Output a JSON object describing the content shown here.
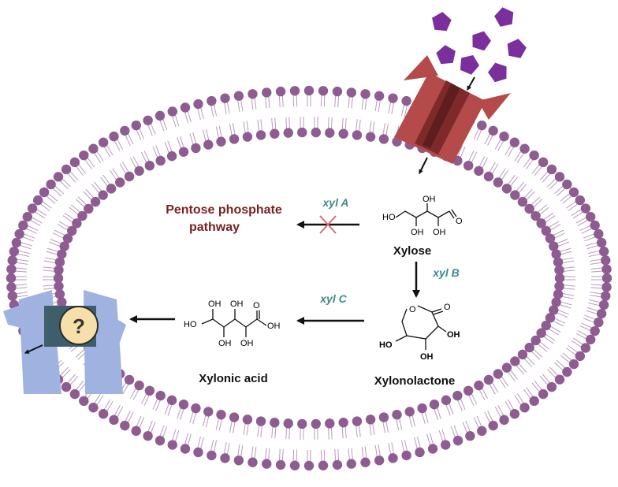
{
  "labels": {
    "pathway_line1": "Pentose phosphate",
    "pathway_line2": "pathway",
    "xylose": "Xylose",
    "xylonolactone": "Xylonolactone",
    "xylonic_acid": "Xylonic acid",
    "transporter_unknown": "?"
  },
  "genes": {
    "xyl_a": "xyl A",
    "xyl_b": "xyl B",
    "xyl_c": "xyl C"
  },
  "atoms": {
    "oh": "OH",
    "ho": "HO",
    "o": "O"
  },
  "colors": {
    "membrane_head": "#8e5c91",
    "membrane_tail": "#b99bbd",
    "sugar": "#7a2f9c",
    "channel": "#b44a4a",
    "channel_dark": "#7e2a2a",
    "exporter": "#9fb2e0",
    "exporter_dark": "#3f5e6b",
    "question_fill": "#f6dfa9",
    "pathway_text": "#7a2222",
    "gene_text": "#3d8a8e",
    "blocked_mark": "#d96b82"
  }
}
